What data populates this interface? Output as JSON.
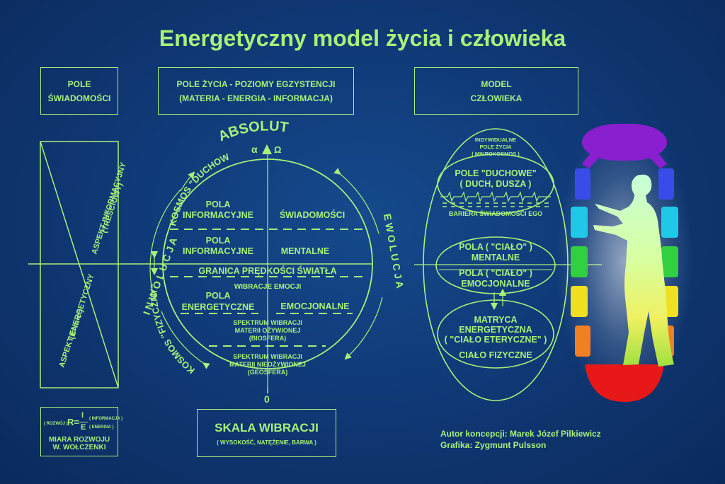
{
  "title": "Energetyczny model życia i człowieka",
  "boxes": {
    "pole_swiadomosci": [
      "POLE",
      "ŚWIADOMOŚCI"
    ],
    "pole_zycia": [
      "POLE ŻYCIA - POZIOMY EGZYSTENCJI",
      "(MATERIA  -  ENERGIA  -  INFORMACJA)"
    ],
    "model_czlowieka": [
      "MODEL",
      "CZŁOWIEKA"
    ]
  },
  "aspects": {
    "informacyjny": [
      "ASPEKT INFORMACYJNY",
      "(TREŚCIOWY)"
    ],
    "energetyczny": [
      "ASPEKT ENERGETYCZNY",
      "(E=m·c²)"
    ]
  },
  "miara": {
    "rozwoj": "( ROZWÓJ )",
    "formula_r": "R=",
    "formula_i": "I",
    "formula_e": "E",
    "informacja": "( INFORMACJA )",
    "energia": "( ENERGIA )",
    "label": [
      "MIARA ROZWOJU",
      "W. WOŁCZENKI"
    ]
  },
  "skala": {
    "title": "SKALA WIBRACJI",
    "sub": "( WYSOKOŚĆ, NATĘŻENIE, BARWA )"
  },
  "circle": {
    "absolut": "ABSOLUT",
    "alpha_omega": "α",
    "omega": "Ω",
    "zero": "0",
    "kosmos_duchowy": "KOSMOS \"DUCHOWY\"",
    "kosmos_fizyczny": "KOSMOS \"FIZYCZNY\"",
    "inwolucja": "I N W O L U C J A",
    "ewolucja": "E W O L U C J A",
    "pola_info_1": [
      "POLA",
      "INFORMACYJNE"
    ],
    "swiadomosci": "ŚWIADOMOŚCI",
    "pola_info_2": [
      "POLA",
      "INFORMACYJNE"
    ],
    "mentalne": "MENTALNE",
    "granica": "GRANICA PRĘDKOŚCI ŚWIATŁA",
    "wibracje": "WIBRACJE EMOCJI",
    "pola_energ": [
      "POLA",
      "ENERGETYCZNE"
    ],
    "emocjonalne": "EMOCJONALNE",
    "biosfera": [
      "SPEKTRUM WIBRACJI",
      "MATERII OŻYWIONEJ",
      "(BIOSFERA)"
    ],
    "geosfera": [
      "SPEKTRUM WIBRACJI",
      "MATERII NIEOŻYWIONEJ",
      "(GEOSFERA)"
    ]
  },
  "model": {
    "indywidualne": [
      "INDYWIDUALNE",
      "POLE ŻYCIA",
      "( MIKROKOSMOS )"
    ],
    "pole_duchowe": [
      "POLE \"DUCHOWE\"",
      "( DUCH, DUSZA )"
    ],
    "bariera": "BARIERA ŚWIADOMOŚCI EGO",
    "cialo_mentalne": [
      "POLA ( \"CIAŁO\" )",
      "MENTALNE"
    ],
    "cialo_emocj": [
      "POLA ( \"CIAŁO\" )",
      "EMOCJONALNE"
    ],
    "matryca": [
      "MATRYCA",
      "ENERGETYCZNA",
      "( \"CIAŁO ETERYCZNE\" )"
    ],
    "cialo_fizyczne": "CIAŁO FIZYCZNE"
  },
  "credits": [
    "Autor koncepcji: Marek Józef Pilkiewicz",
    "Grafika: Zygmunt Pulsson"
  ],
  "colors": {
    "accent": "#a8f07a",
    "background": "#103a78"
  }
}
